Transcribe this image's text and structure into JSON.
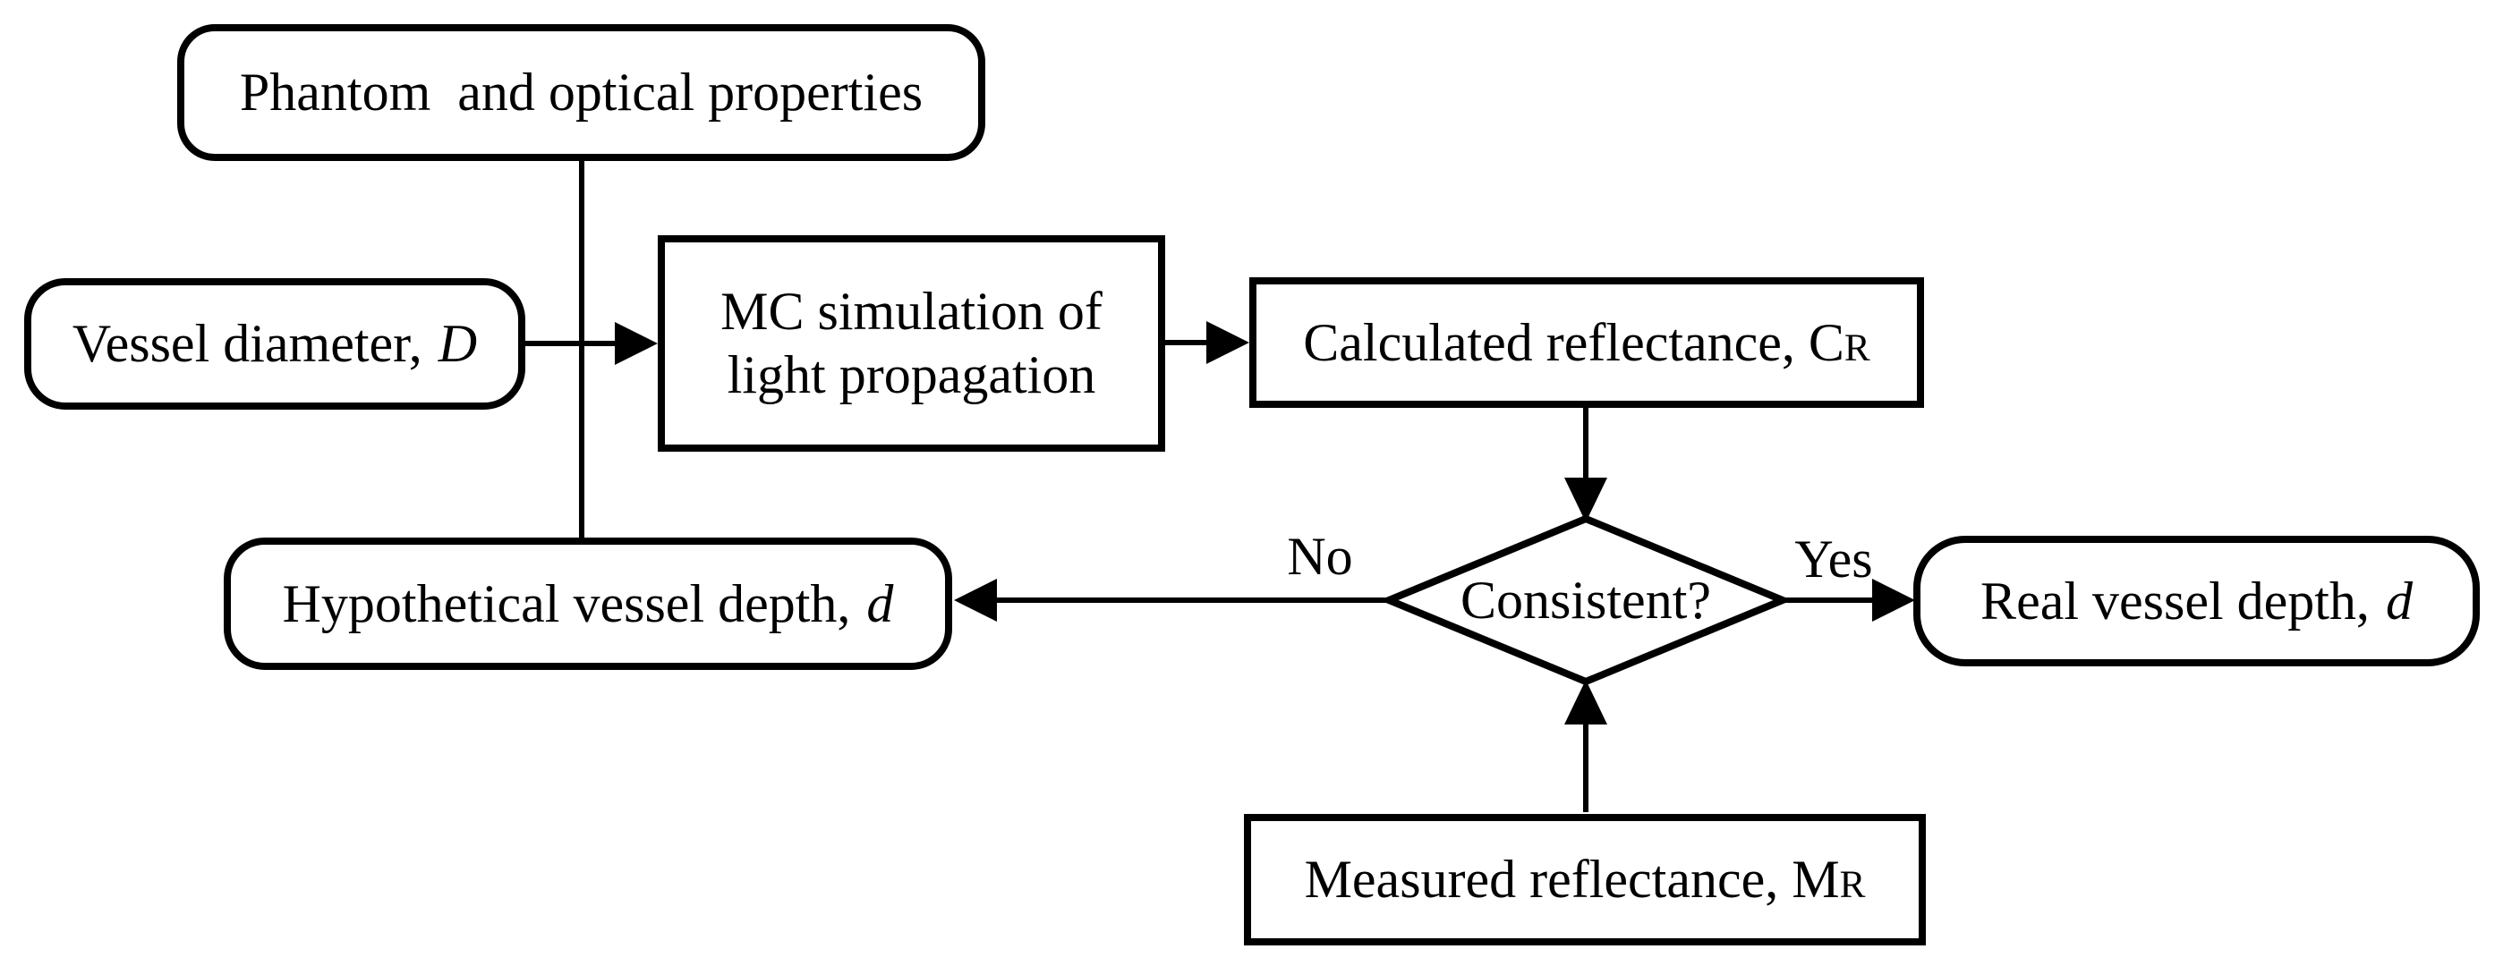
{
  "figure": {
    "type": "flowchart",
    "description": "Iterative Monte Carlo procedure for estimating real vessel depth from reflectance matching",
    "colors": {
      "bg": "#ffffff",
      "stroke": "#000000",
      "text": "#000000"
    }
  },
  "nodes": {
    "phantom": {
      "shape": "rounded",
      "label": "Phantom  and optical properties"
    },
    "vessel": {
      "shape": "rounded",
      "label": "Vessel diameter, ",
      "symbol": "D",
      "symbol_style": "italic"
    },
    "mc": {
      "shape": "rect",
      "label": "MC simulation of\nlight propagation"
    },
    "calc": {
      "shape": "rect",
      "label": "Calculated reflectance, C",
      "symbol": "R",
      "symbol_style": "small-cap"
    },
    "decision": {
      "shape": "diamond",
      "label": "Consistent?"
    },
    "real": {
      "shape": "rounded",
      "label": "Real vessel depth, ",
      "symbol": "d",
      "symbol_style": "italic"
    },
    "hypo": {
      "shape": "rounded",
      "label": "Hypothetical vessel depth, ",
      "symbol": "d",
      "symbol_style": "italic"
    },
    "measured": {
      "shape": "rect",
      "label": "Measured reflectance, M",
      "symbol": "R",
      "symbol_style": "small-cap"
    }
  },
  "edge_labels": {
    "no": "No",
    "yes": "Yes"
  },
  "edges": [
    {
      "from": "phantom",
      "to": "hypo",
      "arrowhead": false,
      "label": ""
    },
    {
      "from": "vessel",
      "to": "mc",
      "arrowhead": true,
      "label": ""
    },
    {
      "from": "mc",
      "to": "calc",
      "arrowhead": true,
      "label": ""
    },
    {
      "from": "calc",
      "to": "decision",
      "arrowhead": true,
      "label": ""
    },
    {
      "from": "decision",
      "to": "hypo",
      "arrowhead": true,
      "label": "No"
    },
    {
      "from": "decision",
      "to": "real",
      "arrowhead": true,
      "label": "Yes"
    },
    {
      "from": "measured",
      "to": "decision",
      "arrowhead": true,
      "label": ""
    }
  ]
}
